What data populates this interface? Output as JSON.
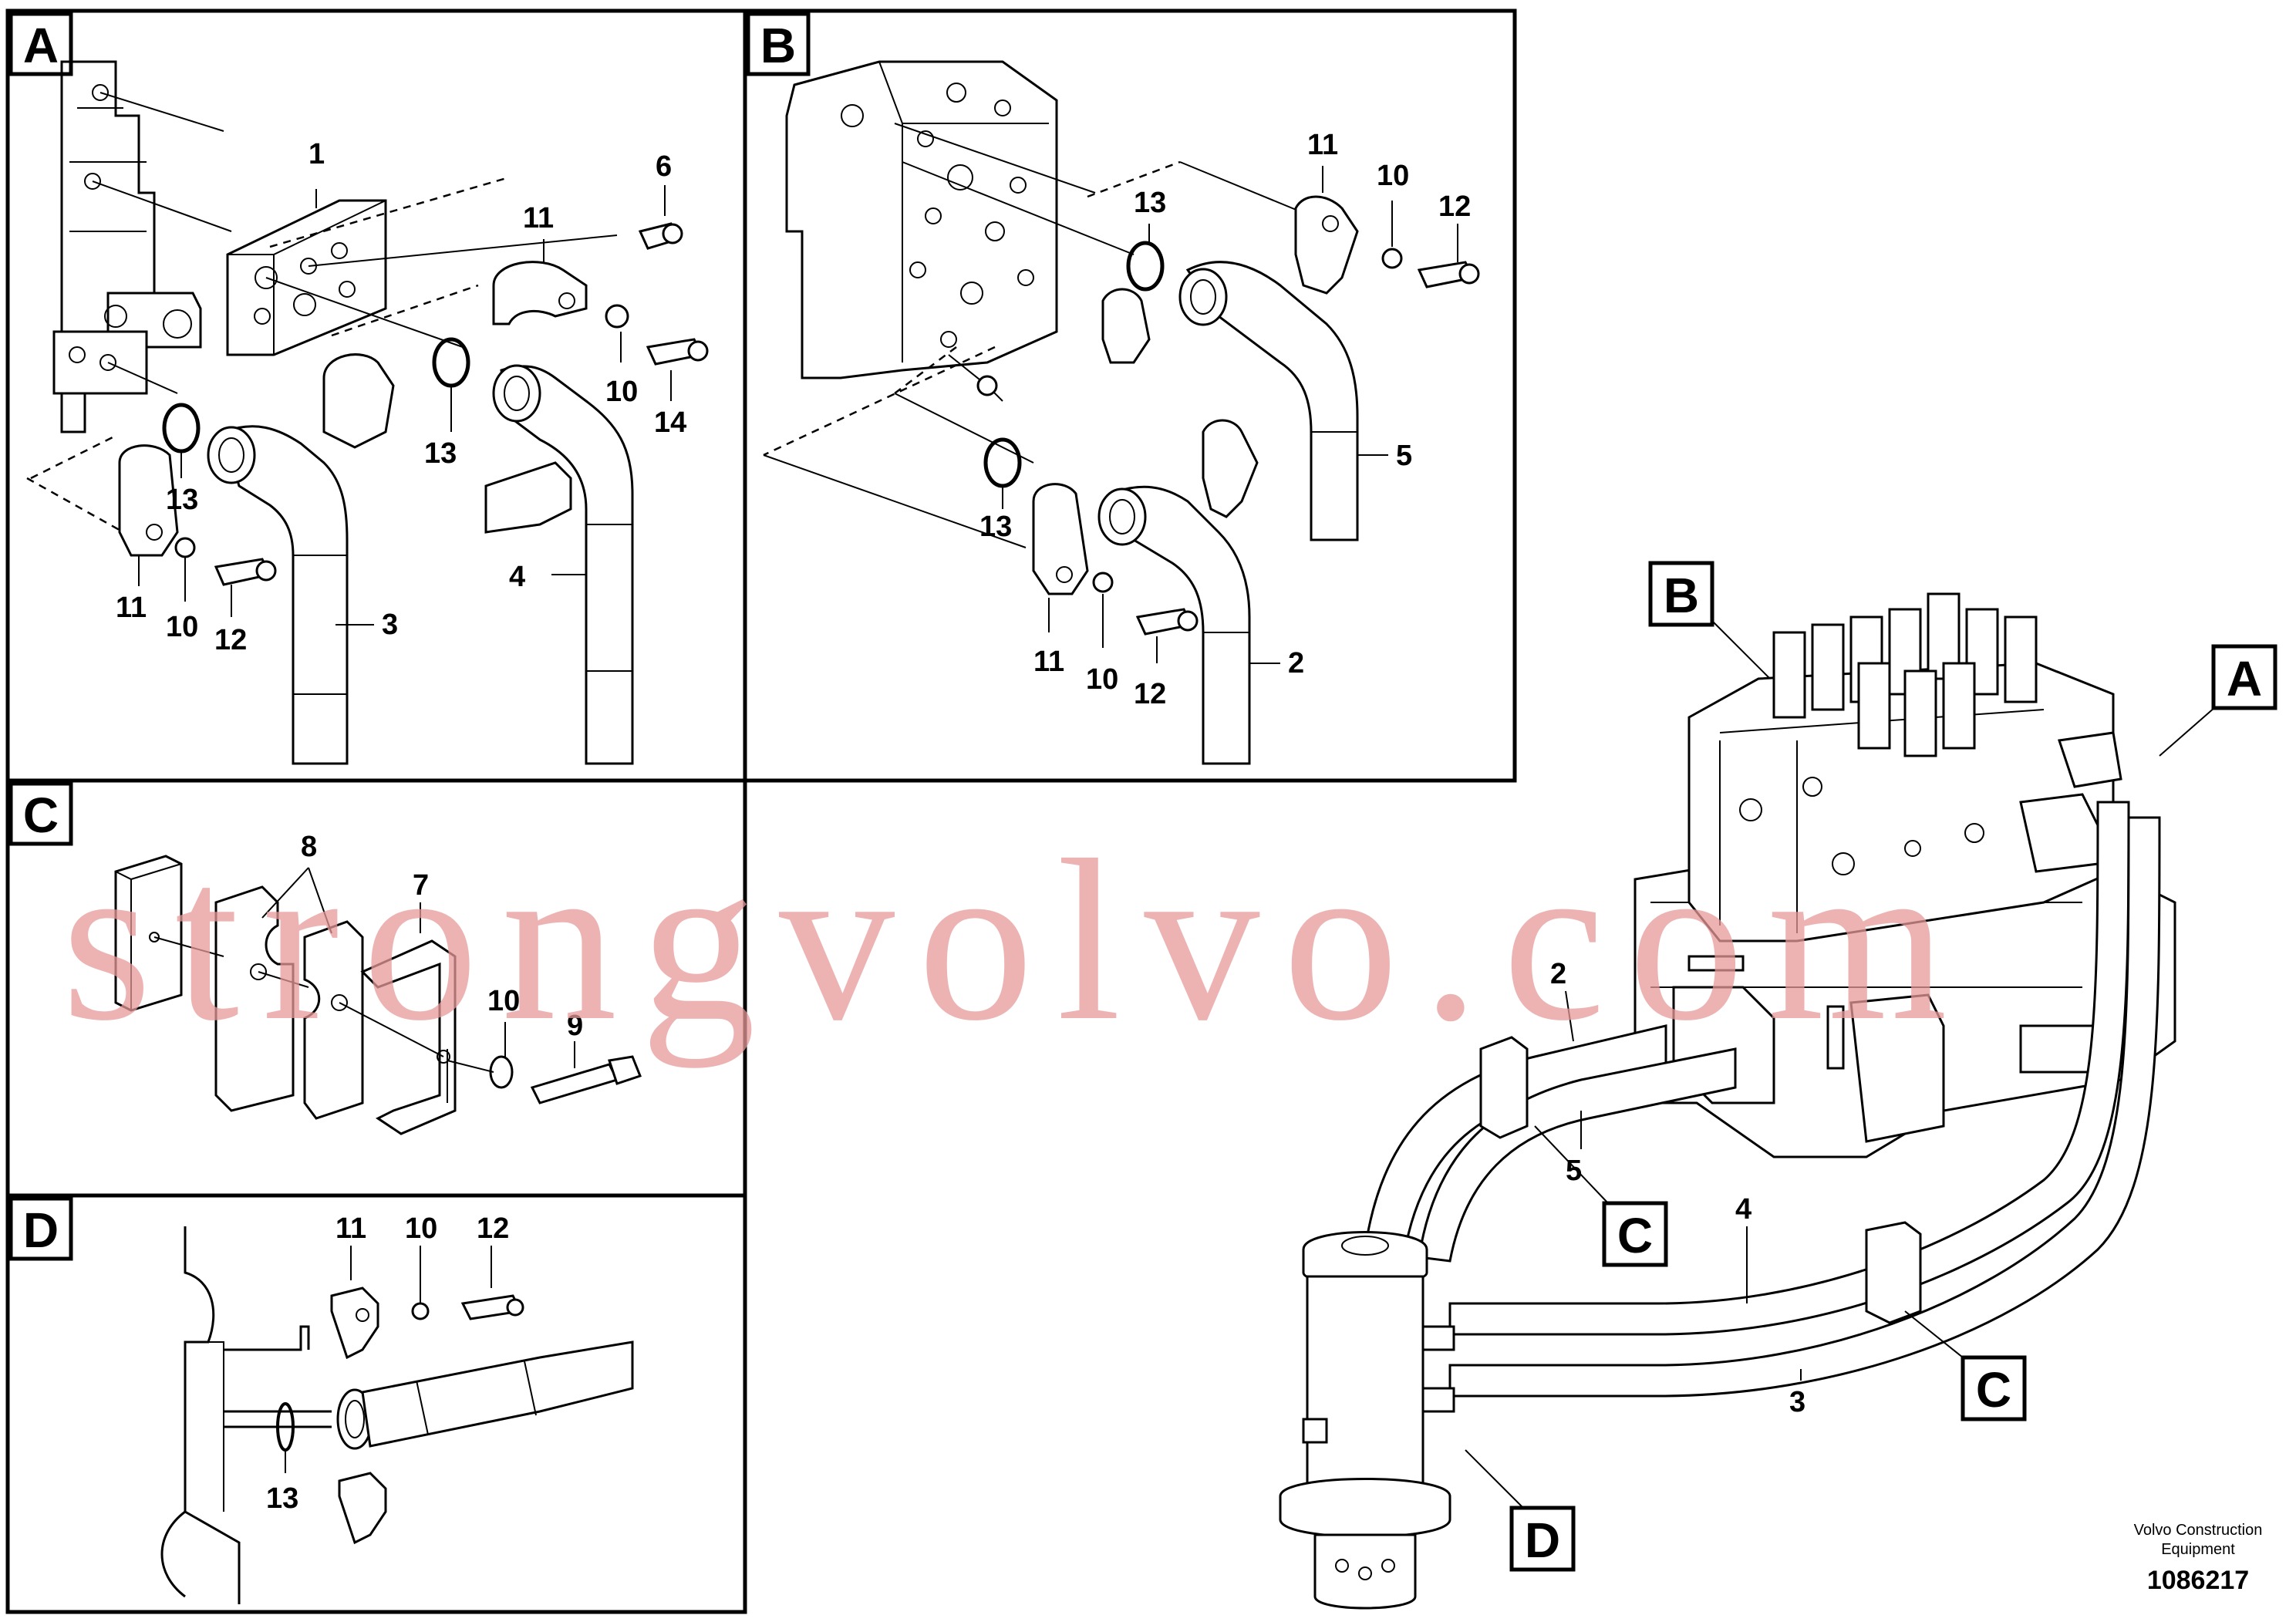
{
  "panels": {
    "A": {
      "letter": "A",
      "labels": [
        "1",
        "6",
        "11",
        "13",
        "10",
        "14",
        "13",
        "4",
        "11",
        "10",
        "12",
        "3"
      ]
    },
    "B": {
      "letter": "B",
      "labels": [
        "11",
        "13",
        "10",
        "12",
        "5",
        "13",
        "11",
        "10",
        "12",
        "2"
      ]
    },
    "C": {
      "letter": "C",
      "labels": [
        "8",
        "7",
        "10",
        "9"
      ]
    },
    "D": {
      "letter": "D",
      "labels": [
        "11",
        "10",
        "12",
        "13"
      ]
    }
  },
  "overview": {
    "callouts": [
      "B",
      "A",
      "C",
      "C",
      "D"
    ],
    "hose_labels": [
      "2",
      "5",
      "4",
      "3"
    ]
  },
  "watermark": "strongvolvo.com",
  "footer": {
    "company": "Volvo Construction Equipment",
    "company_line1": "Volvo Construction",
    "company_line2": "Equipment",
    "doc_number": "1086217"
  }
}
